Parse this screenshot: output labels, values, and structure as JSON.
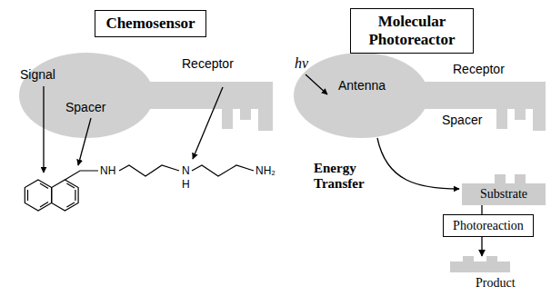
{
  "diagram": {
    "nodes": [
      {
        "text": [
          "Chemosensor"
        ]
      },
      {
        "text": [
          "Molecular Photoreactor"
        ]
      },
      {
        "text": [
          "Substrate"
        ]
      },
      {
        "text": [
          "Photoreaction"
        ]
      },
      {
        "text": [
          "Product"
        ]
      }
    ],
    "edges": [
      {
        "from": 2,
        "to": 3,
        "arrow": "none"
      },
      {
        "from": 3,
        "to": 4,
        "arrow": "to"
      }
    ],
    "labels": [
      "Signal",
      "Receptor",
      "Spacer",
      "NH",
      "N",
      "H",
      "NH₂",
      "hν",
      "Antenna",
      "Receptor",
      "Spacer",
      "Energy Transfer"
    ]
  }
}
